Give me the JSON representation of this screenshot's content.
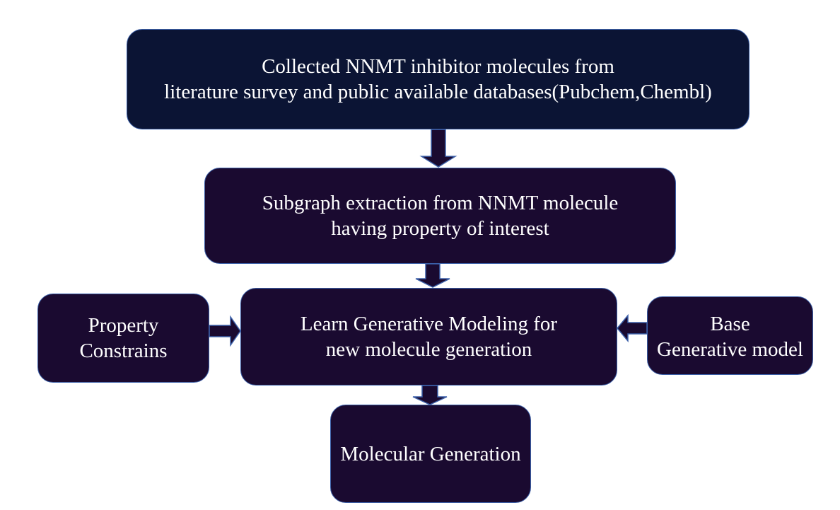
{
  "colors": {
    "box_fill_top": "#0b1434",
    "box_fill": "#1a0a30",
    "box_border": "#3b5fa8",
    "arrow_fill": "#1a0a30",
    "text": "#ffffff"
  },
  "nodes": {
    "collect": {
      "lines": [
        "Collected NNMT inhibitor molecules from",
        "literature survey and public available databases(Pubchem,Chembl)"
      ]
    },
    "subgraph": {
      "lines": [
        "Subgraph extraction from NNMT molecule",
        "having property of interest"
      ]
    },
    "learn": {
      "lines": [
        "Learn Generative Modeling for",
        "new molecule generation"
      ]
    },
    "property": {
      "lines": [
        "Property",
        "Constrains"
      ]
    },
    "base": {
      "lines": [
        "Base",
        "Generative model"
      ]
    },
    "molecular": {
      "lines": [
        "Molecular Generation"
      ]
    }
  },
  "edges": [
    {
      "from": "collect",
      "to": "subgraph"
    },
    {
      "from": "subgraph",
      "to": "learn"
    },
    {
      "from": "property",
      "to": "learn"
    },
    {
      "from": "base",
      "to": "learn"
    },
    {
      "from": "learn",
      "to": "molecular"
    }
  ]
}
